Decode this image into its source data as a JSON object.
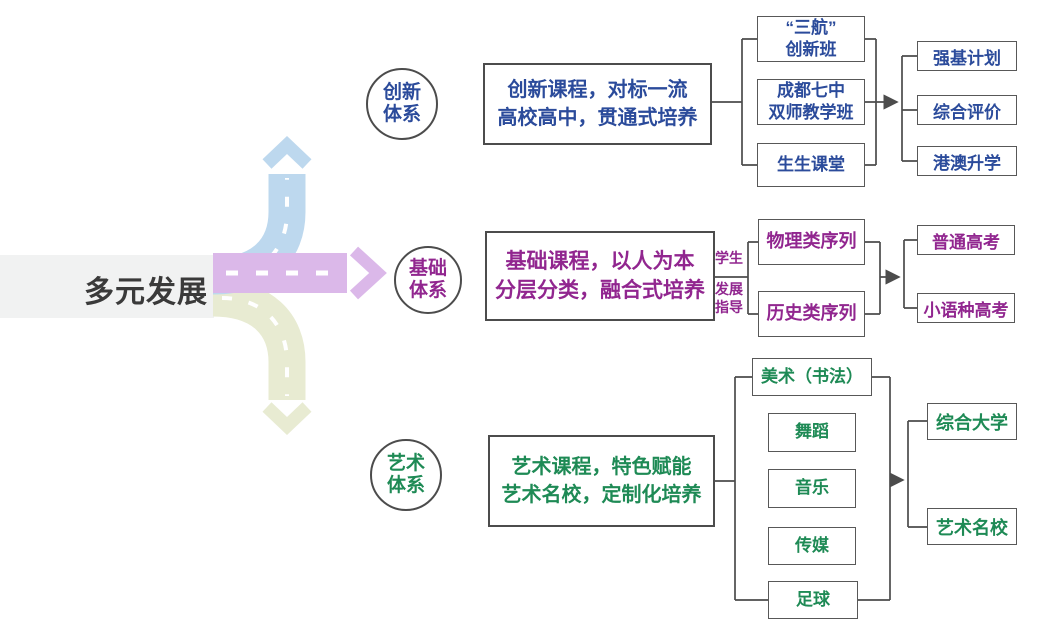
{
  "root": {
    "label": "多元发展"
  },
  "branches": {
    "innovation": {
      "circle": "创新\n体系",
      "summary": "创新课程，对标一流\n高校高中，贯通式培养",
      "children": {
        "c1": "“三航”\n创新班",
        "c2": "成都七中\n双师教学班",
        "c3": "生生课堂"
      },
      "outcomes": {
        "o1": "强基计划",
        "o2": "综合评价",
        "o3": "港澳升学"
      }
    },
    "foundation": {
      "circle": "基础\n体系",
      "summary": "基础课程，以人为本\n分层分类，融合式培养",
      "connector_label": {
        "upper": "学生",
        "lower": "发展\n指导"
      },
      "children": {
        "c1": "物理类序列",
        "c2": "历史类序列"
      },
      "outcomes": {
        "o1": "普通高考",
        "o2": "小语种高考"
      }
    },
    "art": {
      "circle": "艺术\n体系",
      "summary": "艺术课程，特色赋能\n艺术名校，定制化培养",
      "children": {
        "c1": "美术（书法）",
        "c2": "舞蹈",
        "c3": "音乐",
        "c4": "传媒",
        "c5": "足球"
      },
      "outcomes": {
        "o1": "综合大学",
        "o2": "艺术名校"
      }
    }
  },
  "palette": {
    "innovation_text": "#2B4B9B",
    "foundation_text": "#91268F",
    "art_text": "#1E8A55",
    "line": "#4C4C4C",
    "banner_bg": "#F1F2F2",
    "title_text": "#3A3A3A",
    "road_innovation": "#BDD8EE",
    "road_foundation": "#DBB8E9",
    "road_art": "#E8EBD2"
  }
}
